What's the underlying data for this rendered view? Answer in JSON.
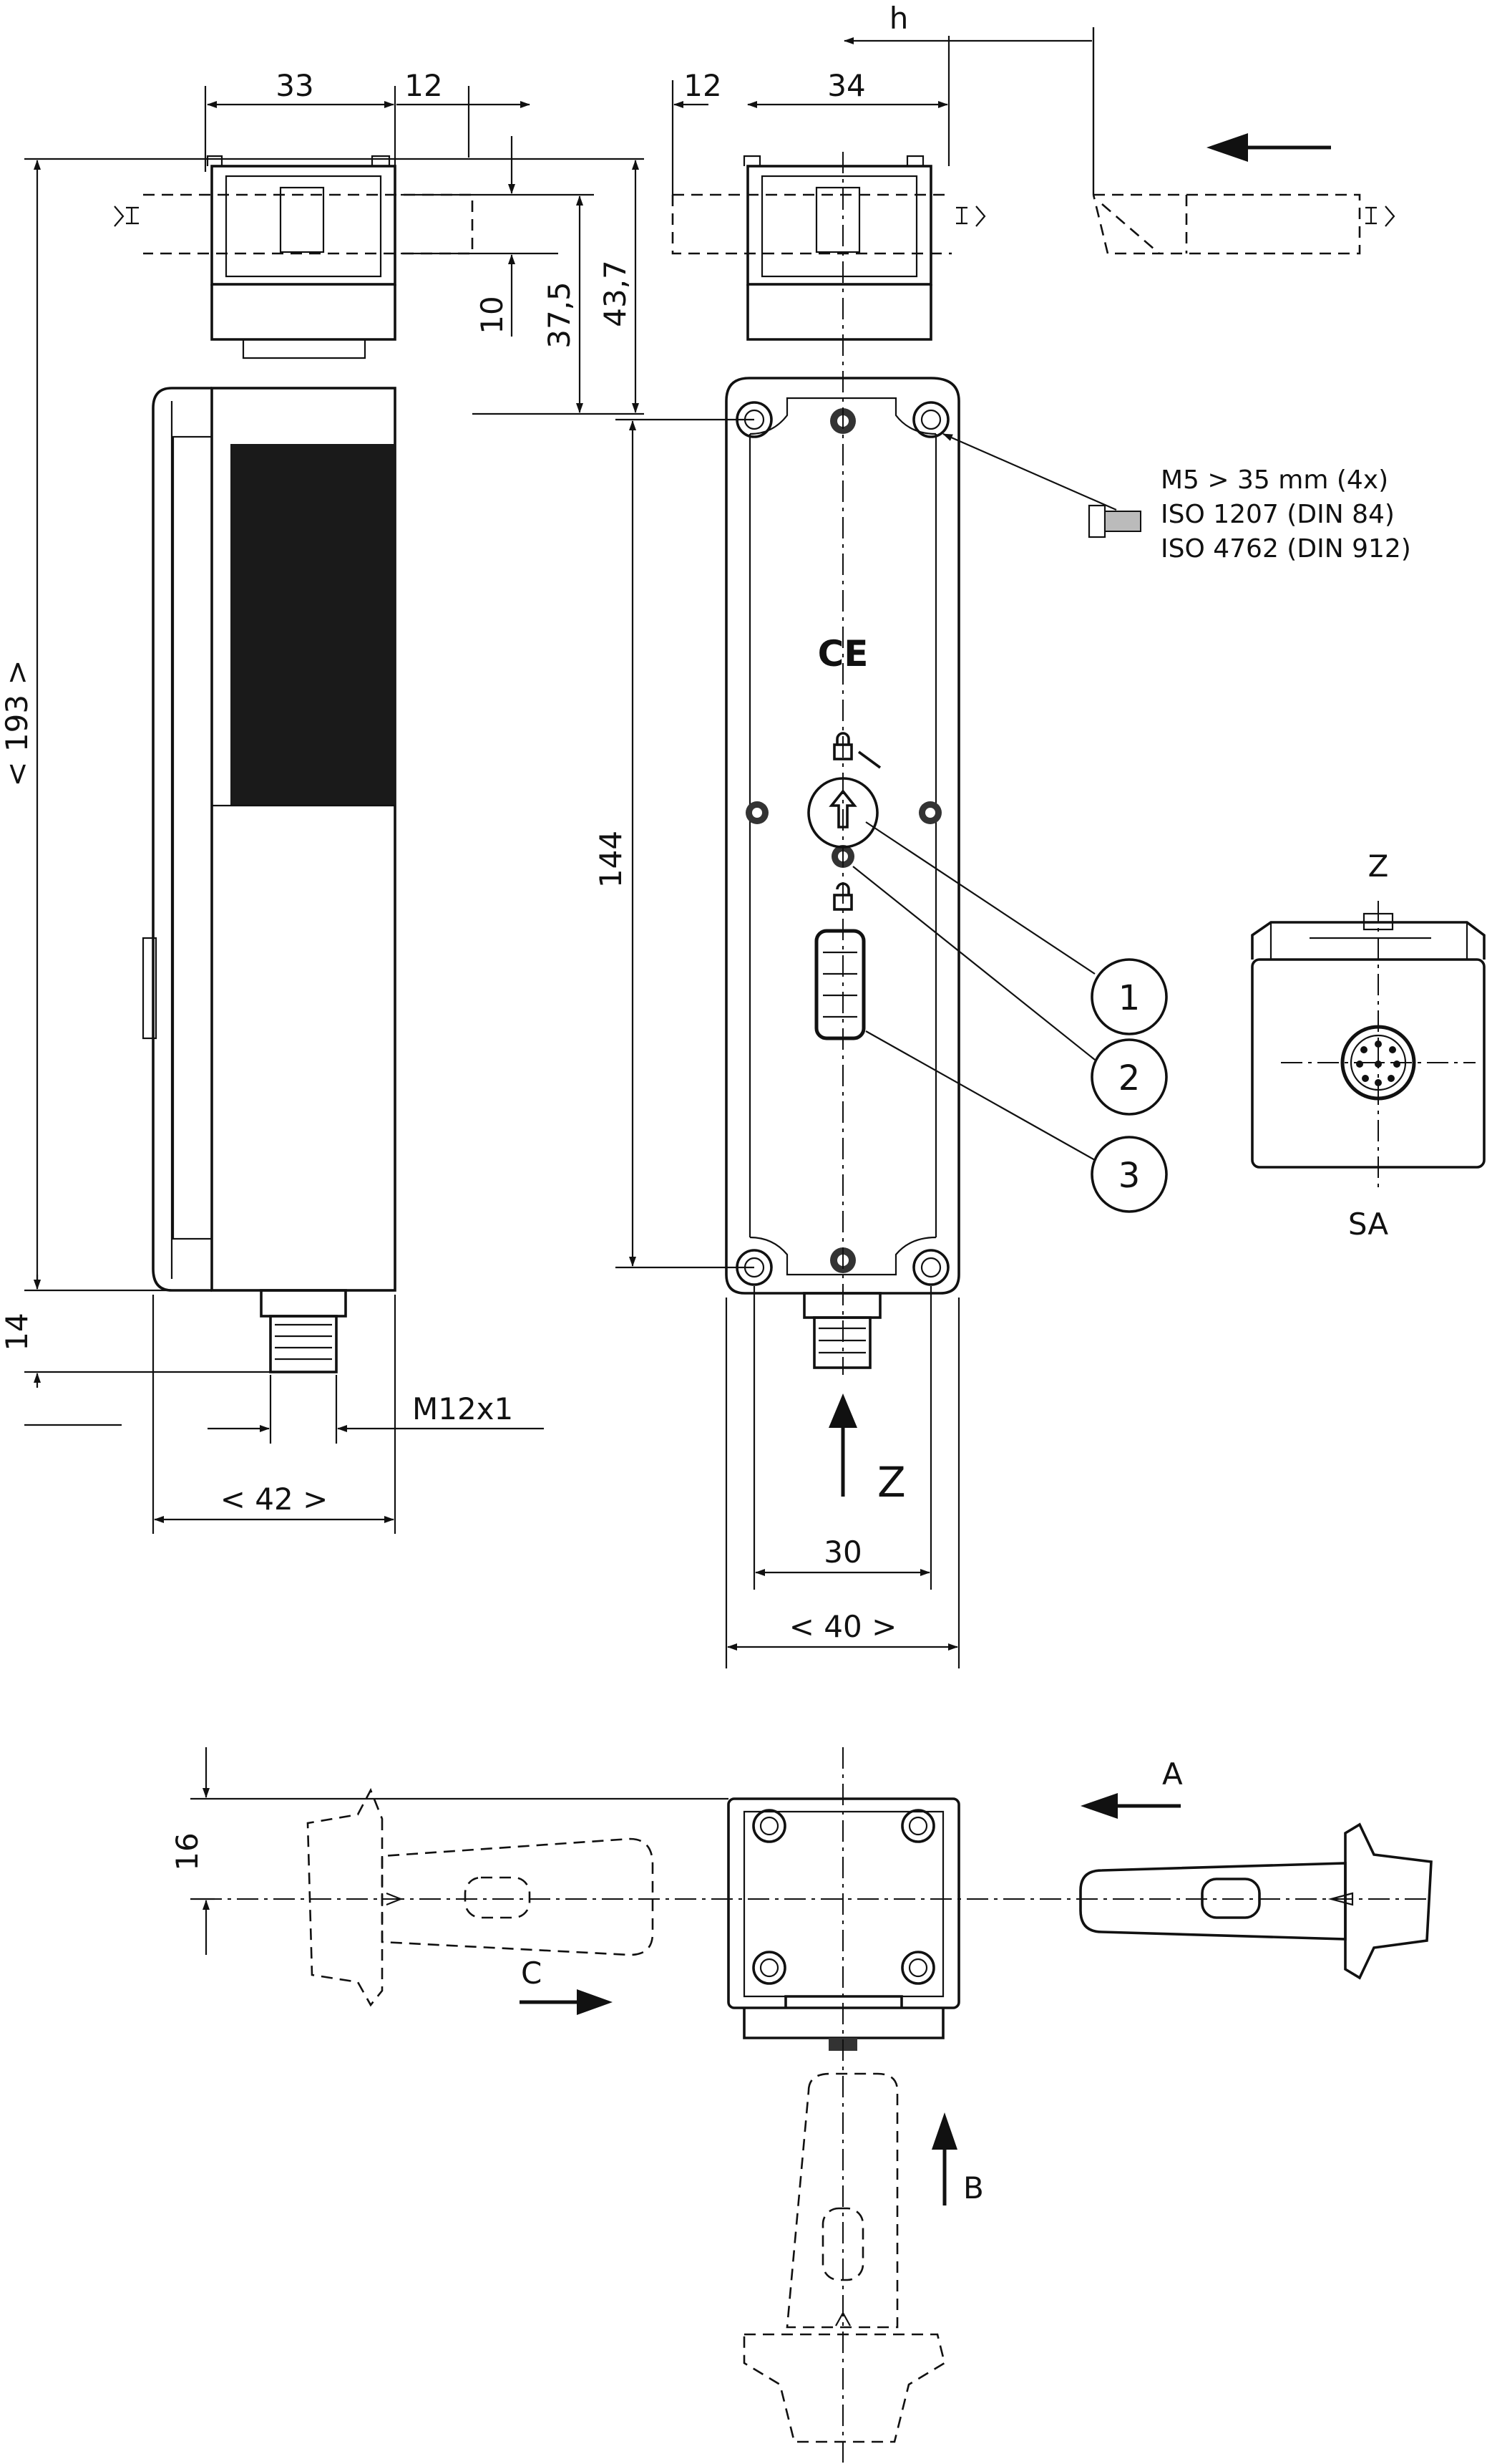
{
  "dimensions": {
    "side_width_top": "33",
    "side_offset_top": "12",
    "front_offset_top": "12",
    "front_width_top": "34",
    "travel": "h",
    "height_10": "10",
    "height_37_5": "37,5",
    "height_43_7": "43,7",
    "overall_height": "< 193 >",
    "body_height": "144",
    "connector_height": "14",
    "thread": "M12x1",
    "side_depth": "< 42 >",
    "hole_spacing": "30",
    "front_width": "< 40 >",
    "top_depth": "16"
  },
  "screw_note": {
    "line1": "M5 > 35 mm (4x)",
    "line2": "ISO 1207 (DIN 84)",
    "line3": "ISO 4762 (DIN 912)"
  },
  "callouts": [
    "1",
    "2",
    "3"
  ],
  "view_labels": {
    "arrow_z": "Z",
    "detail_z": "Z",
    "detail_sa": "SA",
    "approach_a": "A",
    "approach_b": "B",
    "approach_c": "C"
  },
  "marking": "CE",
  "icons": [
    "lock-closed-icon",
    "lock-open-icon",
    "arrow-up-icon",
    "screw-icon",
    "m12-connector-icon"
  ]
}
